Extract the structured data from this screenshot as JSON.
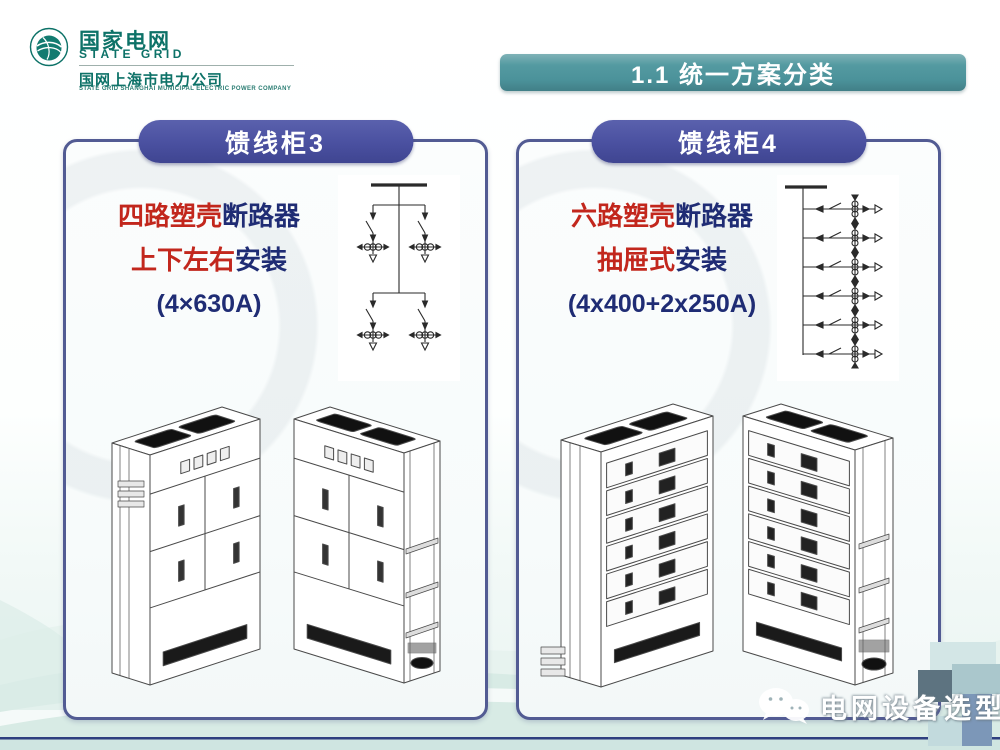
{
  "logo": {
    "name_cn": "国家电网",
    "name_en": "STATE GRID",
    "company_cn": "国网上海市电力公司",
    "company_en": "STATE GRID SHANGHAI MUNICIPAL ELECTRIC POWER COMPANY"
  },
  "banner": {
    "title": "1.1 统一方案分类"
  },
  "panels": [
    {
      "title": "馈线柜3",
      "spec_red_1": "四路塑壳",
      "spec_dark_1": "断路器",
      "spec_red_2": "上下左右",
      "spec_dark_2": "安装",
      "rating": "(4×630A)"
    },
    {
      "title": "馈线柜4",
      "spec_red_1": "六路塑壳",
      "spec_dark_1": "断路器",
      "spec_red_2": "抽屉式",
      "spec_dark_2": "安装",
      "rating": "(4x400+2x250A)"
    }
  ],
  "watermark": {
    "label": "电网设备选型",
    "icon": "wechat-icon"
  },
  "colors": {
    "banner_teal": "#4b929a",
    "pill_indigo": "#4a50a0",
    "accent_red": "#c2271d",
    "text_navy": "#1f2c74",
    "logo_teal": "#0d7268",
    "panel_border": "#525b93",
    "bottom_line_navy": "#2e3f7f"
  }
}
